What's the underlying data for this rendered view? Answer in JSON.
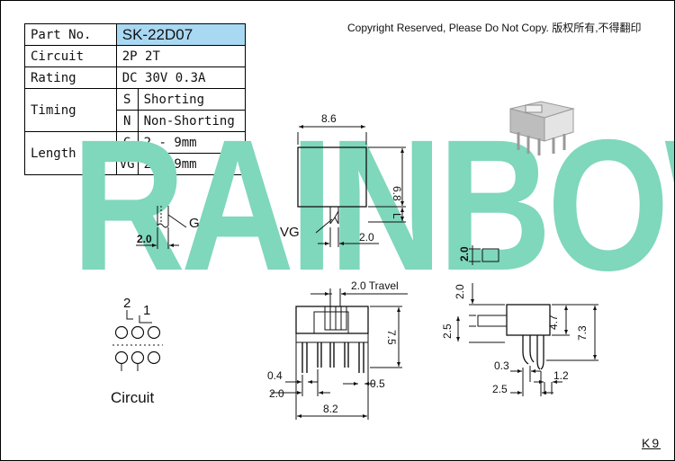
{
  "spec": {
    "part_no_label": "Part No.",
    "part_no_value": "SK-22D07",
    "circuit_label": "Circuit",
    "circuit_value": "2P 2T",
    "rating_label": "Rating",
    "rating_value": "DC 30V 0.3A",
    "timing_label": "Timing",
    "timing_s_code": "S",
    "timing_s_value": "Shorting",
    "timing_n_code": "N",
    "timing_n_value": "Non-Shorting",
    "length_label": "Length (L)",
    "length_g_code": "G",
    "length_g_value": "2 - 9mm",
    "length_vg_code": "VG",
    "length_vg_value": "2 - 9mm"
  },
  "copyright": "Copyright Reserved, Please Do Not Copy. 版权所有,不得翻印",
  "watermark": "RAINBOW",
  "drawing": {
    "top_width": "8.6",
    "top_height": "6.8",
    "top_l": "L",
    "vg_label": "VG",
    "vg_pitch": "2.0",
    "g_label": "G",
    "g_pitch": "2.0",
    "small_2_0": "2.0",
    "travel": "2.0 Travel",
    "front_height": "7.5",
    "pin_width": "0.4",
    "pin_pitch": "2.0",
    "pin_right": "0.5",
    "front_width": "8.2",
    "side_2_0": "2.0",
    "side_2_5": "2.5",
    "side_4_7": "4.7",
    "side_7_3": "7.3",
    "side_0_3": "0.3",
    "side_1_2": "1.2",
    "side_bottom_2_5": "2.5"
  },
  "circuit": {
    "pin_2": "2",
    "pin_1": "1",
    "caption": "Circuit"
  },
  "page_code": "K9"
}
